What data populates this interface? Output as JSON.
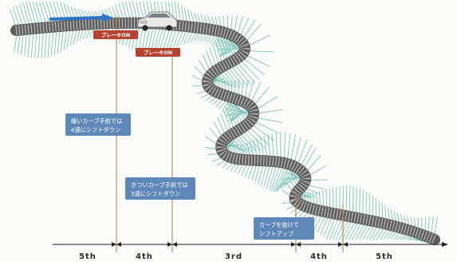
{
  "brake_markers": [
    {
      "label": "ブレーキON"
    },
    {
      "label": "ブレーキON"
    }
  ],
  "notes": [
    {
      "lines": [
        "緩いカーブ手前では",
        "4速にシフトダウン"
      ]
    },
    {
      "lines": [
        "きついカーブ手前では",
        "3速にシフトダウン"
      ]
    },
    {
      "lines": [
        "カーブを抜けて",
        "シフトアップ"
      ]
    }
  ],
  "gear_axis": {
    "segments": [
      "5th",
      "4th",
      "3rd",
      "4th",
      "5th"
    ]
  },
  "colors": {
    "road_dark": "#5d5d5d",
    "road_light": "#bcbcbc",
    "hatch": "#6fbfae",
    "note_box": "#5f88b8",
    "brake_box": "#b5432f",
    "marker_line": "#b98a4a",
    "arrow_blue": "#2f74c8"
  },
  "icons": {
    "car": "car-icon"
  }
}
